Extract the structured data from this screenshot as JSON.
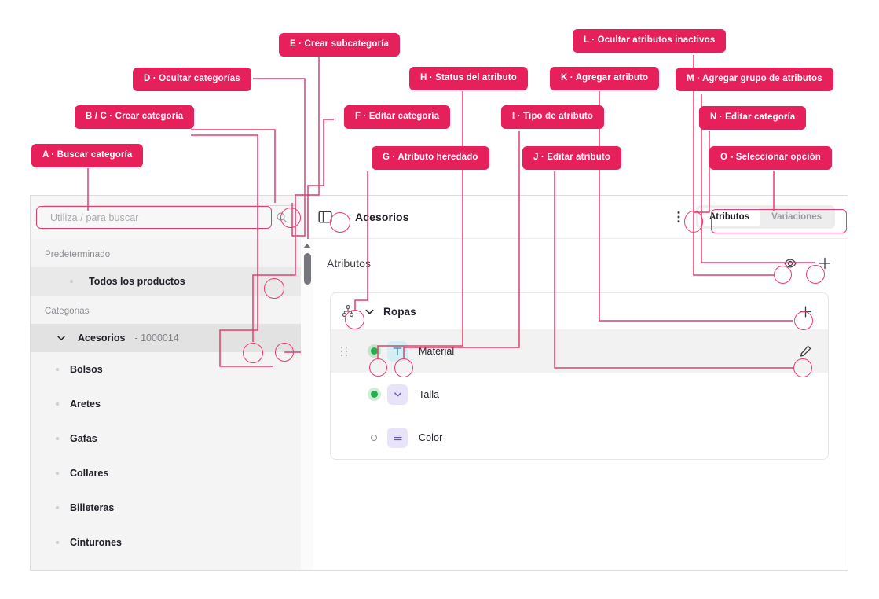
{
  "app": {
    "sidebar": {
      "search": {
        "placeholder": "Utiliza / para buscar",
        "value": ""
      },
      "section_default_label": "Predeterminado",
      "default_item": "Todos los productos",
      "section_categories_label": "Categorias",
      "category": {
        "name": "Acesorios",
        "id": "- 1000014"
      },
      "children": [
        "Bolsos",
        "Aretes",
        "Gafas",
        "Collares",
        "Billeteras",
        "Cinturones"
      ]
    },
    "header": {
      "breadcrumb": "Acesorios",
      "tabs": [
        {
          "label": "Atributos",
          "active": true
        },
        {
          "label": "Variaciones",
          "active": false
        }
      ]
    },
    "attributes_section": {
      "title": "Atributos",
      "group": {
        "name": "Ropas",
        "rows": [
          {
            "name": "Material",
            "status": "on",
            "type_glyph": "T",
            "type_name": "text-type-icon",
            "chip": "chip-blue",
            "selected": true
          },
          {
            "name": "Talla",
            "status": "on",
            "type_glyph": "v",
            "type_name": "dropdown-type-icon",
            "chip": "chip-purple",
            "selected": false
          },
          {
            "name": "Color",
            "status": "off",
            "type_glyph": "=",
            "type_name": "list-type-icon",
            "chip": "chip-purple",
            "selected": false
          }
        ]
      }
    }
  },
  "annotations": [
    {
      "key": "A",
      "text": "A · Buscar categoría"
    },
    {
      "key": "BC",
      "text": "B / C · Crear categoría"
    },
    {
      "key": "D",
      "text": "D · Ocultar categorías"
    },
    {
      "key": "E",
      "text": "E · Crear subcategoría"
    },
    {
      "key": "F",
      "text": "F ·  Editar categoría"
    },
    {
      "key": "G",
      "text": "G · Atributo heredado"
    },
    {
      "key": "H",
      "text": "H · Status del atributo"
    },
    {
      "key": "I",
      "text": "I · Tipo de atributo"
    },
    {
      "key": "J",
      "text": "J · Editar atributo"
    },
    {
      "key": "K",
      "text": "K · Agregar atributo"
    },
    {
      "key": "L",
      "text": "L · Ocultar atributos inactivos"
    },
    {
      "key": "M",
      "text": "M · Agregar grupo de atributos"
    },
    {
      "key": "N",
      "text": "N · Editar categoría"
    },
    {
      "key": "O",
      "text": "O -  Seleccionar opción"
    }
  ],
  "colors": {
    "annotation_fill": "#e6205a",
    "annotation_line": "#ec3a6d",
    "status_on": "#22b14c",
    "tab_active_bg": "#ffffff"
  }
}
